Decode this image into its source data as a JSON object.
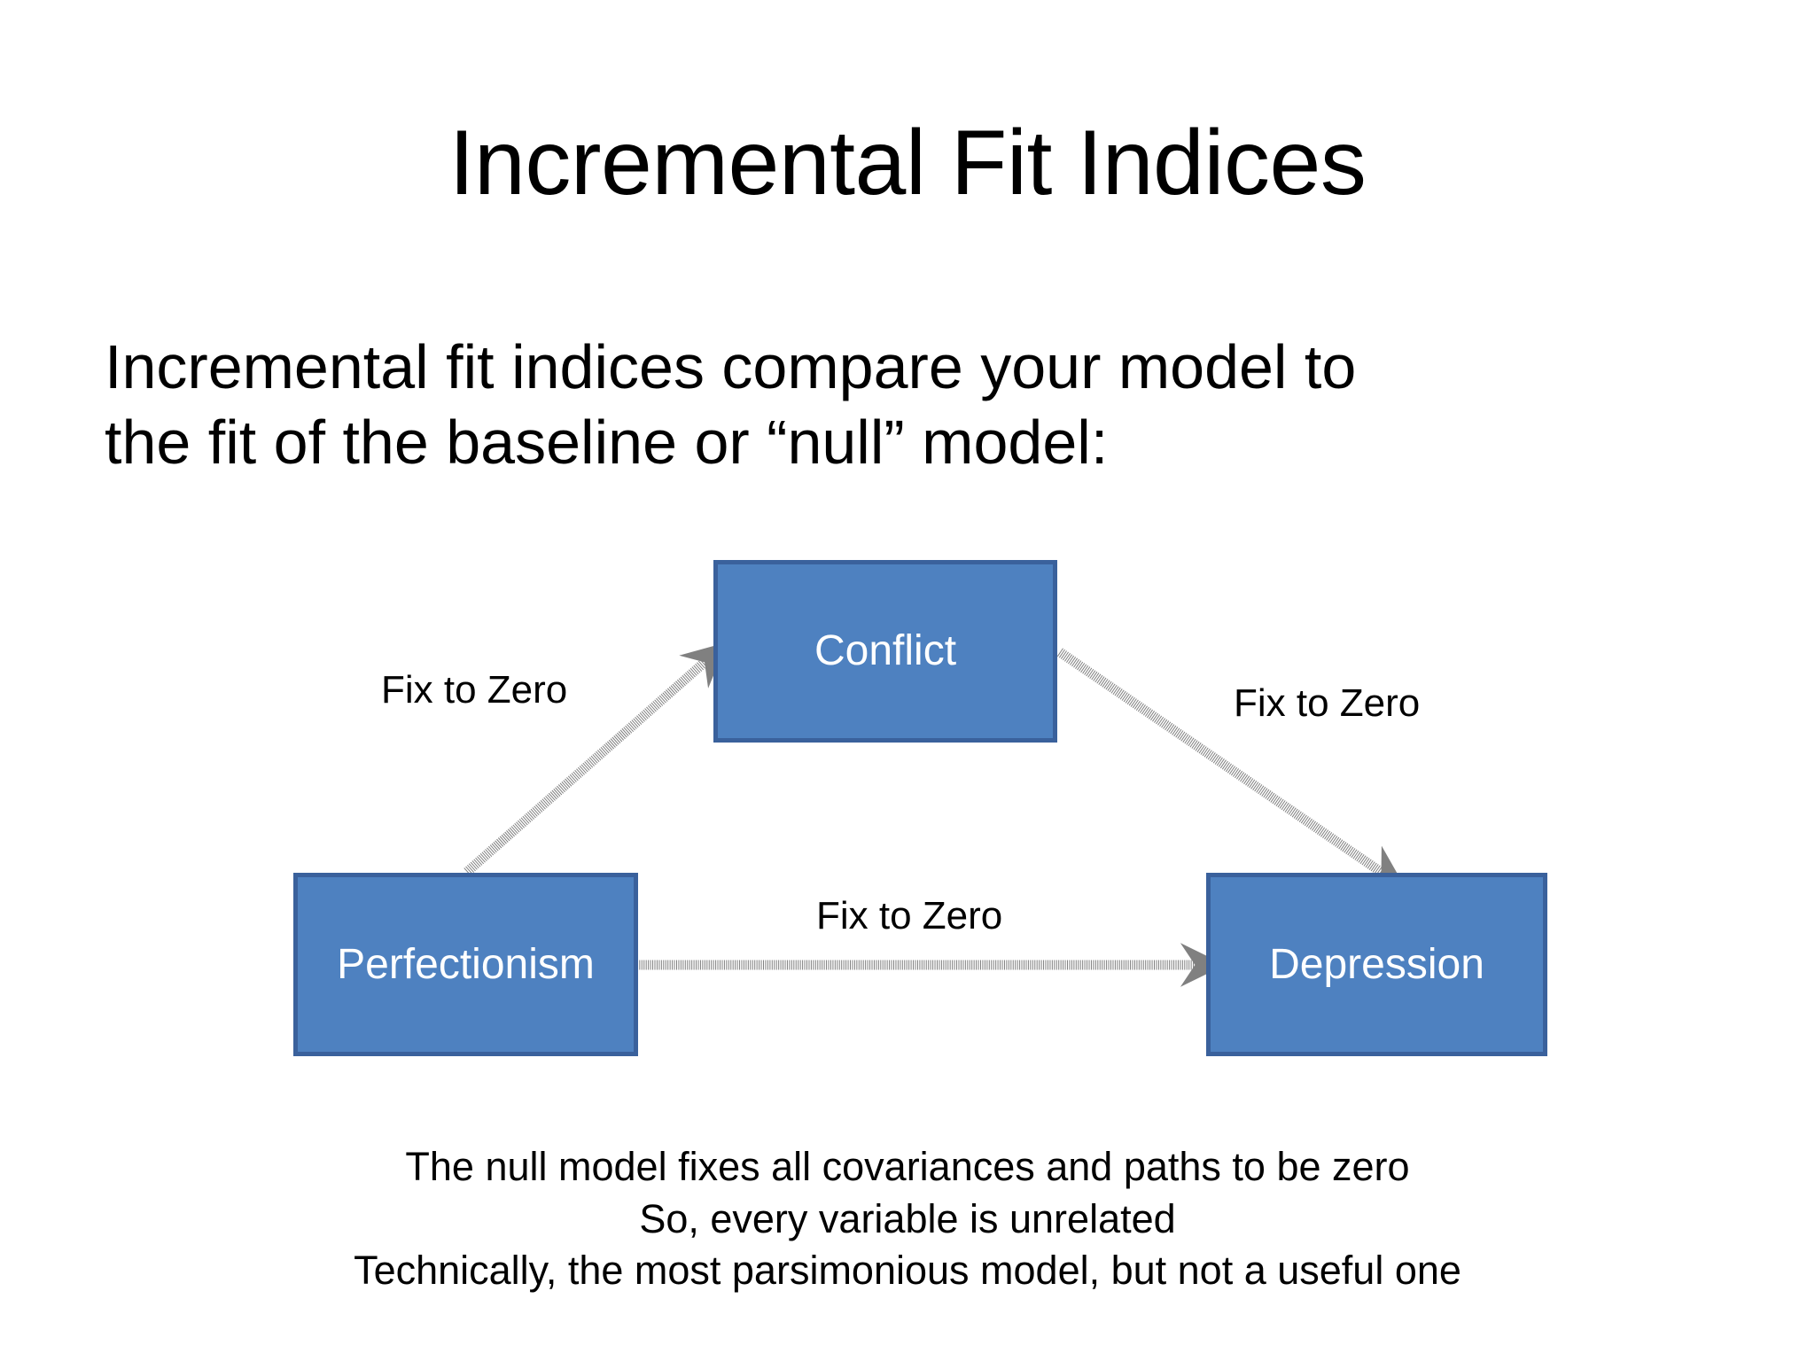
{
  "slide": {
    "title": "Incremental Fit Indices",
    "body_lines": [
      "Incremental fit indices compare your model to",
      "the fit of the baseline or “null” model:"
    ],
    "body_text": "Incremental fit indices compare your model to the fit of the baseline or “null” model:"
  },
  "diagram": {
    "type": "path-diagram",
    "nodes": [
      {
        "id": "conflict",
        "label": "Conflict"
      },
      {
        "id": "perfectionism",
        "label": "Perfectionism"
      },
      {
        "id": "depression",
        "label": "Depression"
      }
    ],
    "edges": [
      {
        "id": "perfectionism-to-conflict",
        "from": "perfectionism",
        "to": "conflict",
        "label": "Fix to Zero",
        "style": "dotted",
        "arrow": "single"
      },
      {
        "id": "conflict-to-depression",
        "from": "conflict",
        "to": "depression",
        "label": "Fix to Zero",
        "style": "dotted",
        "arrow": "single"
      },
      {
        "id": "perfectionism-to-depression",
        "from": "perfectionism",
        "to": "depression",
        "label": "Fix to Zero",
        "style": "dotted",
        "arrow": "single"
      }
    ],
    "colors": {
      "node_fill": "#4E81C0",
      "node_border": "#3A619C",
      "node_text": "#FFFFFF",
      "edge": "#808080",
      "background": "#FFFFFF",
      "text": "#000000"
    }
  },
  "caption": {
    "lines": [
      "The null model fixes all covariances and paths to be zero",
      "So, every variable is unrelated",
      "Technically, the most parsimonious model, but not a useful one"
    ]
  }
}
